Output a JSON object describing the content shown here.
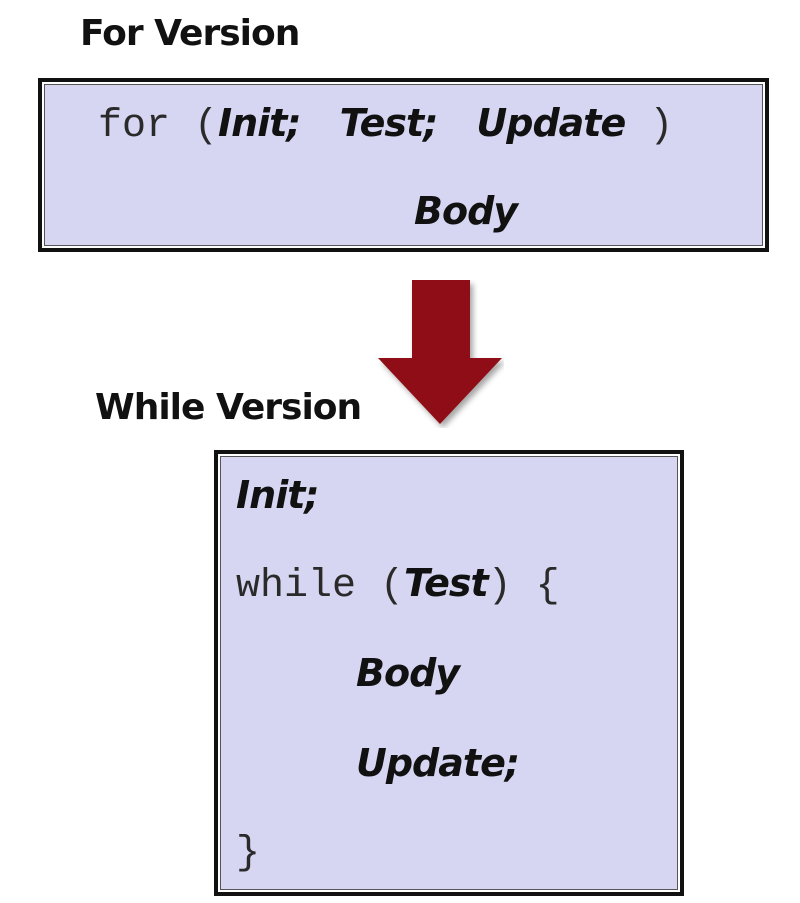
{
  "for_version": {
    "heading": "For Version",
    "keyword": "for",
    "open_paren": " (",
    "init": "Init",
    "semi1": ";",
    "test": "Test",
    "semi2": ";",
    "update": "Update",
    "close_paren": " )",
    "body": "Body"
  },
  "while_version": {
    "heading": "While Version",
    "init": "Init",
    "init_semi": ";",
    "keyword": "while",
    "open_paren": " (",
    "test": "Test",
    "close_paren_brace": ") {",
    "body": "Body",
    "update": "Update",
    "update_semi": ";",
    "close_brace": "}"
  },
  "colors": {
    "box_fill": "#d6d6f2",
    "arrow": "#8e0f14",
    "border": "#111111"
  }
}
